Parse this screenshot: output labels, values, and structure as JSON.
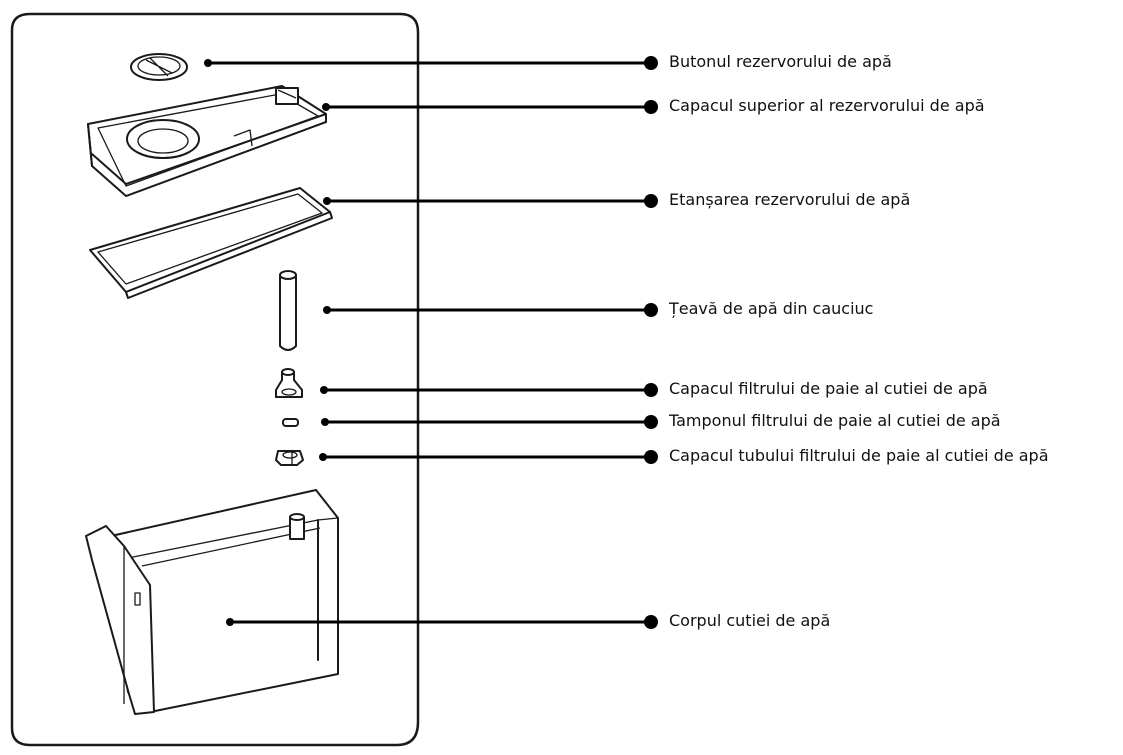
{
  "parts": [
    {
      "id": "butonul",
      "label": "Butonul rezervorului de apă"
    },
    {
      "id": "capac-superior",
      "label": "Capacul superior al rezervorului de apă"
    },
    {
      "id": "etansare",
      "label": "Etanșarea rezervorului de apă"
    },
    {
      "id": "teava",
      "label": "Țeavă de apă din cauciuc"
    },
    {
      "id": "capac-filtru",
      "label": "Capacul filtrului de paie al cutiei de apă"
    },
    {
      "id": "tampon-filtru",
      "label": "Tamponul filtrului de paie al cutiei de apă"
    },
    {
      "id": "capac-tub",
      "label": "Capacul tubului filtrului de paie al cutiei de apă"
    },
    {
      "id": "corp",
      "label": "Corpul cutiei de apă"
    }
  ]
}
